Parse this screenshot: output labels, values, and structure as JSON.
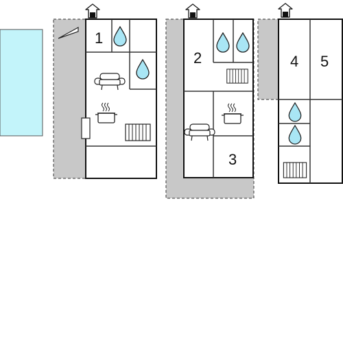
{
  "colors": {
    "pool": "#c3f4fa",
    "pool_stroke": "#555555",
    "terrace": "#c8c8c8",
    "wall": "#111111",
    "line": "#333333",
    "water": "#a9e6f5",
    "background": "#ffffff"
  },
  "rooms": {
    "house1": {
      "room1": "1"
    },
    "house2": {
      "room2": "2",
      "room3": "3"
    },
    "house3": {
      "room4": "4",
      "room5": "5"
    }
  },
  "icons": [
    "house-entrance-icon",
    "water-drop-icon",
    "sofa-icon",
    "cooking-pot-icon",
    "radiator-icon",
    "pool",
    "terrace"
  ]
}
